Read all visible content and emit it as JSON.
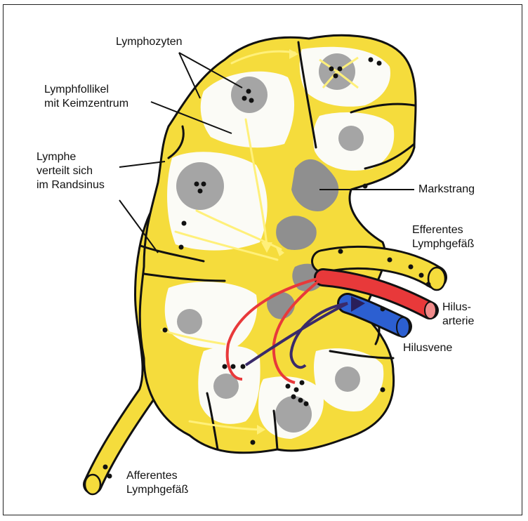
{
  "labels": {
    "lymphozyten": "Lymphozyten",
    "lymphfollikel": [
      "Lymphfollikel",
      "mit Keimzentrum"
    ],
    "lymphe": [
      "Lymphe",
      "verteilt sich",
      "im Randsinus"
    ],
    "markstrang": "Markstrang",
    "efferentes": [
      "Efferentes",
      "Lymphgefäß"
    ],
    "hilusarterie": [
      "Hilus-",
      "arterie"
    ],
    "hilusvene": "Hilusvene",
    "afferentes": [
      "Afferentes",
      "Lymphgefäß"
    ]
  },
  "colors": {
    "capsule": "#f5dc3c",
    "sinus_arrows": "#fff07a",
    "follicle": "#fbfbf6",
    "germinal_center": "#a5a5a5",
    "medulla": "#8f8f8f",
    "artery": "#e8393a",
    "vein": "#2c5fd1",
    "outline": "#111111"
  }
}
